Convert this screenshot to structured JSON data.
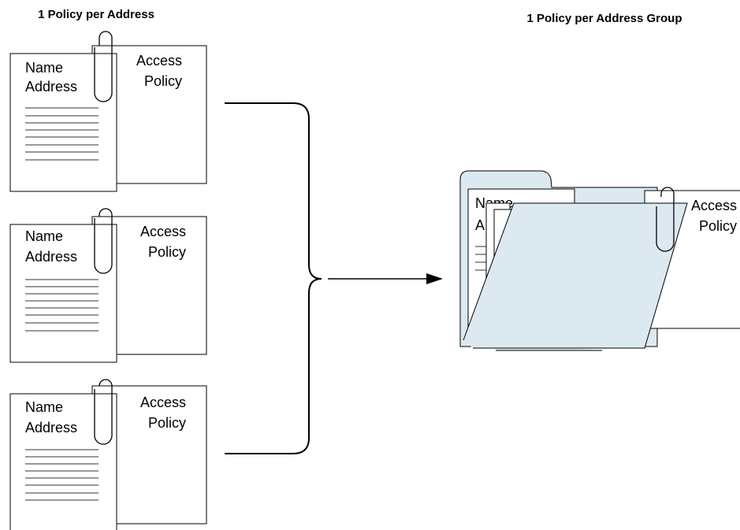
{
  "left_title": "1 Policy per Address",
  "right_title": "1 Policy per Address Group",
  "documents": [
    {
      "name": "Name",
      "address": "Address",
      "policy_line1": "Access",
      "policy_line2": "Policy"
    },
    {
      "name": "Name",
      "address": "Address",
      "policy_line1": "Access",
      "policy_line2": "Policy"
    },
    {
      "name": "Name",
      "address": "Address",
      "policy_line1": "Access",
      "policy_line2": "Policy"
    }
  ],
  "group": {
    "name_fragment": "Name",
    "address_fragment": "A",
    "policy_line1": "Access",
    "policy_line2": "Policy"
  },
  "colors": {
    "folder_fill": "#dde9f0",
    "stroke": "#000000",
    "text_lines": "#999999"
  }
}
